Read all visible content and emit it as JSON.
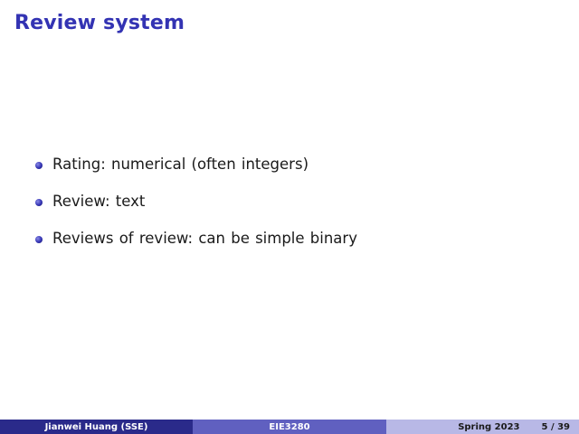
{
  "slide": {
    "title": "Review system",
    "bullets": [
      "Rating: numerical (often integers)",
      "Review: text",
      "Reviews of review: can be simple binary"
    ]
  },
  "footer": {
    "author": "Jianwei Huang (SSE)",
    "course": "EIE3280",
    "date": "Spring 2023",
    "page": "5 / 39"
  },
  "colors": {
    "title": "#3333b3",
    "footer_dark": "#2a2a8a",
    "footer_mid": "#6060c0",
    "footer_light": "#b8b8e6"
  }
}
